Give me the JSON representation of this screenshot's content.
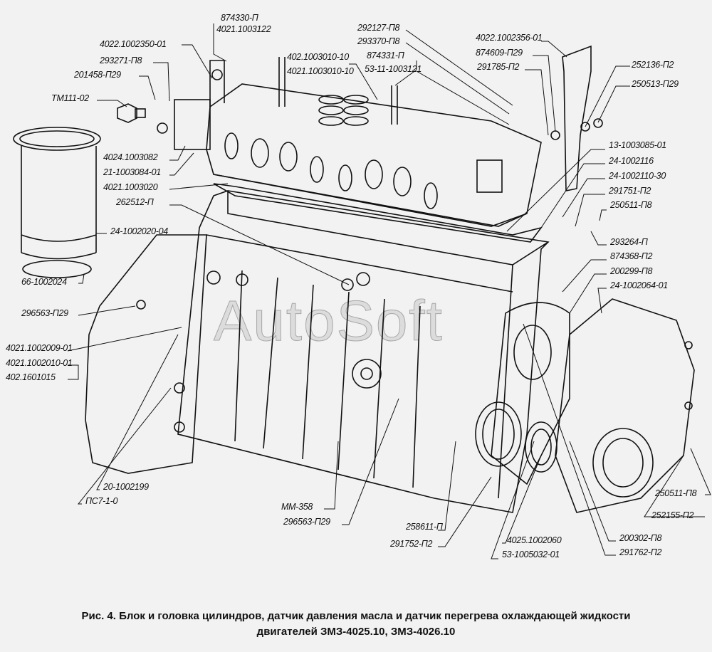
{
  "watermark": "AutoSoft",
  "labels": {
    "top_left": [
      "874330-П",
      "4021.1003122",
      "4022.1002350-01",
      "293271-П8",
      "201458-П29",
      "ТМ111-02",
      "4024.1003082",
      "21-1003084-01",
      "4021.1003020",
      "262512-П",
      "24-1002020-04",
      "66-1002024",
      "296563-П29"
    ],
    "left": [
      "4021.1002009-01",
      "4021.1002010-01",
      "402.1601015"
    ],
    "top_mid": [
      "402.1003010-10",
      "4021.1003010-10",
      "292127-П8",
      "293370-П8",
      "874331-П",
      "53-11-1003121"
    ],
    "top_right": [
      "4022.1002356-01",
      "874609-П29",
      "291785-П2",
      "252136-П2",
      "250513-П29"
    ],
    "right": [
      "13-1003085-01",
      "24-1002116",
      "24-1002110-30",
      "291751-П2",
      "250511-П8",
      "293264-П",
      "874368-П2",
      "200299-П8",
      "24-1002064-01"
    ],
    "bottom": [
      "20-1002199",
      "ПС7-1-0",
      "ММ-358",
      "296563-П29",
      "258611-П",
      "291752-П2",
      "4025.1002060",
      "53-1005032-01",
      "200302-П8",
      "291762-П2",
      "250511-П8",
      "252155-П2"
    ]
  },
  "caption": {
    "line1": "Рис. 4. Блок и головка цилиндров, датчик давления масла и датчик перегрева охлаждающей жидкости",
    "line2": "двигателей ЗМЗ-4025.10, ЗМЗ-4026.10"
  }
}
